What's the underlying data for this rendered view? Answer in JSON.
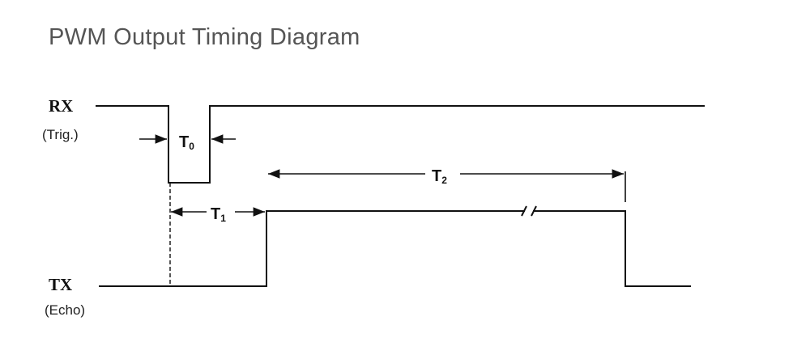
{
  "title": "PWM Output Timing Diagram",
  "signals": {
    "rx": {
      "name": "RX",
      "sub": "(Trig.)"
    },
    "tx": {
      "name": "TX",
      "sub": "(Echo)"
    }
  },
  "intervals": [
    {
      "id": "t0",
      "label": "T",
      "subscript": "0"
    },
    {
      "id": "t1",
      "label": "T",
      "subscript": "1"
    },
    {
      "id": "t2",
      "label": "T",
      "subscript": "2"
    }
  ]
}
